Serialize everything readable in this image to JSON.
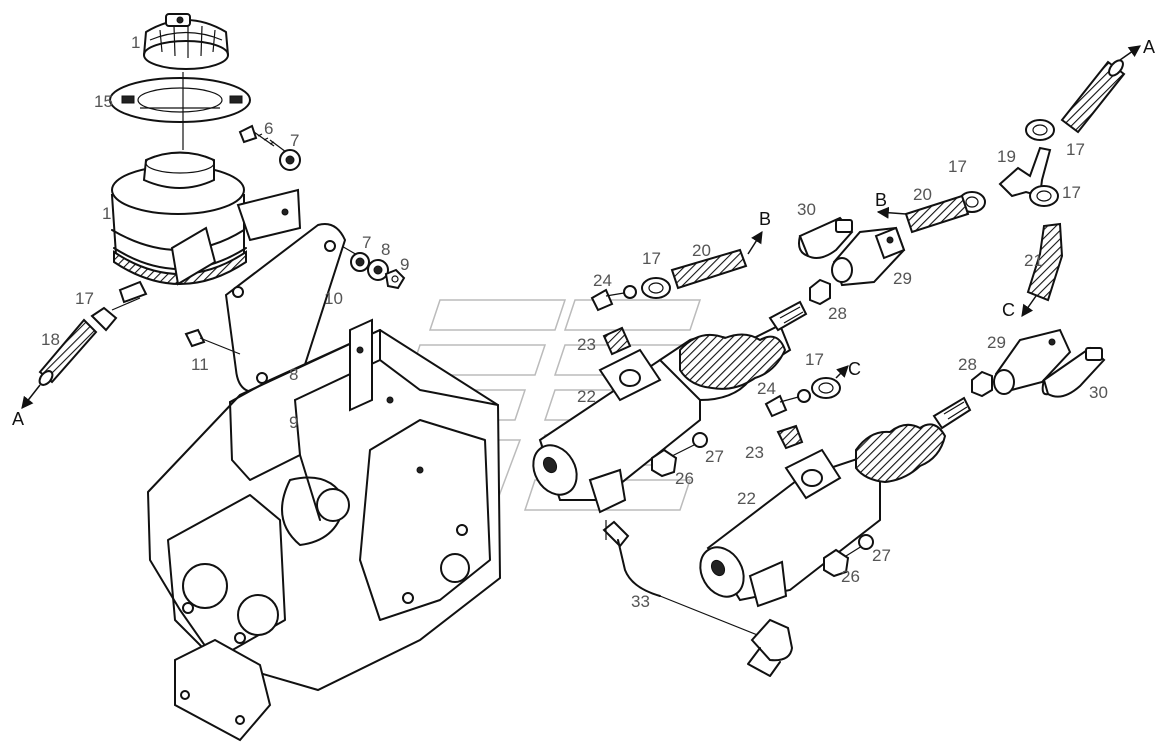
{
  "callouts": [
    {
      "key": "c1a",
      "text": "1"
    },
    {
      "key": "c15",
      "text": "15"
    },
    {
      "key": "c6",
      "text": "6"
    },
    {
      "key": "c7a",
      "text": "7"
    },
    {
      "key": "c1b",
      "text": "1"
    },
    {
      "key": "c7b",
      "text": "7"
    },
    {
      "key": "c8a",
      "text": "8"
    },
    {
      "key": "c9a",
      "text": "9"
    },
    {
      "key": "c10",
      "text": "10"
    },
    {
      "key": "c17a",
      "text": "17"
    },
    {
      "key": "c18",
      "text": "18"
    },
    {
      "key": "c11",
      "text": "11"
    },
    {
      "key": "c8b",
      "text": "8"
    },
    {
      "key": "c9b",
      "text": "9"
    },
    {
      "key": "c30a",
      "text": "30"
    },
    {
      "key": "c17b",
      "text": "17"
    },
    {
      "key": "c20a",
      "text": "20"
    },
    {
      "key": "c24a",
      "text": "24"
    },
    {
      "key": "c29a",
      "text": "29"
    },
    {
      "key": "c28a",
      "text": "28"
    },
    {
      "key": "c23a",
      "text": "23"
    },
    {
      "key": "c22a",
      "text": "22"
    },
    {
      "key": "c27a",
      "text": "27"
    },
    {
      "key": "c26a",
      "text": "26"
    },
    {
      "key": "c17c",
      "text": "17"
    },
    {
      "key": "c19",
      "text": "19"
    },
    {
      "key": "c17d",
      "text": "17"
    },
    {
      "key": "c20b",
      "text": "20"
    },
    {
      "key": "c17e",
      "text": "17"
    },
    {
      "key": "c21",
      "text": "21"
    },
    {
      "key": "c29b",
      "text": "29"
    },
    {
      "key": "c28b",
      "text": "28"
    },
    {
      "key": "c30b",
      "text": "30"
    },
    {
      "key": "c17f",
      "text": "17"
    },
    {
      "key": "c24b",
      "text": "24"
    },
    {
      "key": "c23b",
      "text": "23"
    },
    {
      "key": "c22b",
      "text": "22"
    },
    {
      "key": "c27b",
      "text": "27"
    },
    {
      "key": "c26b",
      "text": "26"
    },
    {
      "key": "c33",
      "text": "33"
    }
  ],
  "connectors": [
    {
      "key": "A_bottom",
      "text": "A"
    },
    {
      "key": "A_top",
      "text": "A"
    },
    {
      "key": "B_mid",
      "text": "B"
    },
    {
      "key": "B_right",
      "text": "B"
    },
    {
      "key": "C_mid",
      "text": "C"
    },
    {
      "key": "C_right",
      "text": "C"
    }
  ]
}
